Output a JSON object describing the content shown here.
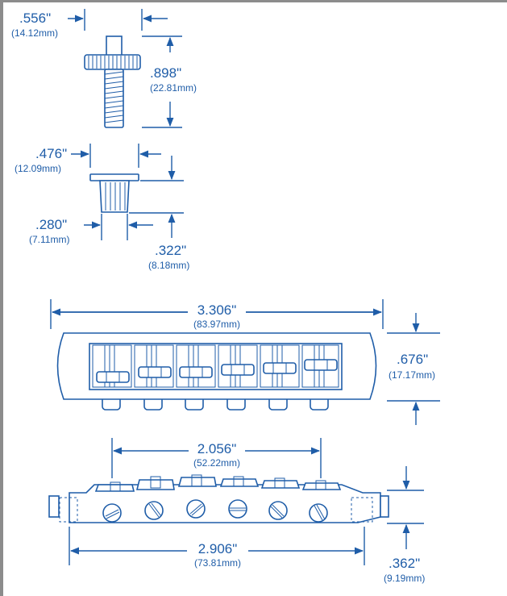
{
  "stud": {
    "width_in": ".556\"",
    "width_mm": "(14.12mm)",
    "height_in": ".898\"",
    "height_mm": "(22.81mm)"
  },
  "insert": {
    "head_in": ".476\"",
    "head_mm": "(12.09mm)",
    "shank_in": ".280\"",
    "shank_mm": "(7.11mm)",
    "length_in": ".322\"",
    "length_mm": "(8.18mm)"
  },
  "bridge_top": {
    "length_in": "3.306\"",
    "length_mm": "(83.97mm)",
    "depth_in": ".676\"",
    "depth_mm": "(17.17mm)"
  },
  "bridge_front": {
    "saddle_span_in": "2.056\"",
    "saddle_span_mm": "(52.22mm)",
    "post_span_in": "2.906\"",
    "post_span_mm": "(73.81mm)",
    "height_in": ".362\"",
    "height_mm": "(9.19mm)"
  },
  "colors": {
    "line": "#1f5da8",
    "background": "#ffffff",
    "frame": "#8c8c8c"
  }
}
